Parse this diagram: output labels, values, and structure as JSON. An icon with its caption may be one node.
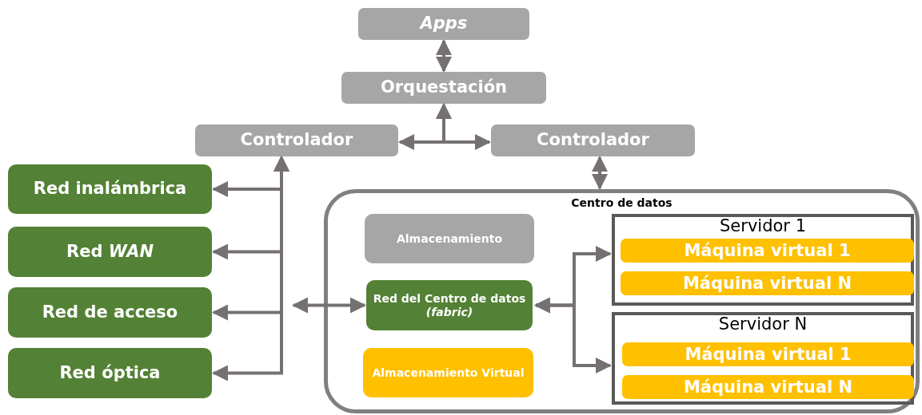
{
  "diagram": {
    "nodes": [
      {
        "text": [
          "Apps"
        ]
      },
      {
        "text": [
          "Orquestación"
        ]
      },
      {
        "text": [
          "Controlador"
        ]
      },
      {
        "text": [
          "Controlador"
        ]
      },
      {
        "text": [
          "Red inalámbrica"
        ]
      },
      {
        "text": [
          "Red *WAN*"
        ]
      },
      {
        "text": [
          "Red de acceso"
        ]
      },
      {
        "text": [
          "Red óptica"
        ]
      },
      {
        "text": [
          "Centro de datos"
        ]
      },
      {
        "text": [
          "Almacenamiento"
        ],
        "in": 8
      },
      {
        "text": [
          "Red del Centro de datos *(fabric)*"
        ],
        "in": 8
      },
      {
        "text": [
          "Almacenamiento Virtual"
        ],
        "in": 8
      },
      {
        "text": [
          "Servidor 1"
        ],
        "in": 8
      },
      {
        "text": [
          "Máquina virtual 1"
        ],
        "in": 12
      },
      {
        "text": [
          "Máquina virtual N"
        ],
        "in": 12
      },
      {
        "text": [
          "Servidor N"
        ],
        "in": 8
      },
      {
        "text": [
          "Máquina virtual 1"
        ],
        "in": 15
      },
      {
        "text": [
          "Máquina virtual N"
        ],
        "in": 15
      }
    ],
    "edges": [
      {
        "from": 1,
        "to": 0,
        "arrow": "both"
      },
      {
        "from": 1,
        "to": 2,
        "arrow": "both"
      },
      {
        "from": 1,
        "to": 3,
        "arrow": "both"
      },
      {
        "from": 3,
        "to": 8,
        "arrow": "both"
      },
      {
        "from": 2,
        "to": 4,
        "arrow": "both"
      },
      {
        "from": 2,
        "to": 5,
        "arrow": "both"
      },
      {
        "from": 2,
        "to": 6,
        "arrow": "both"
      },
      {
        "from": 2,
        "to": 7,
        "arrow": "both"
      },
      {
        "from": null,
        "to": 10,
        "arrow": "both"
      },
      {
        "from": 10,
        "to": 12,
        "arrow": "both"
      },
      {
        "from": 10,
        "to": 15,
        "arrow": "both"
      }
    ]
  }
}
